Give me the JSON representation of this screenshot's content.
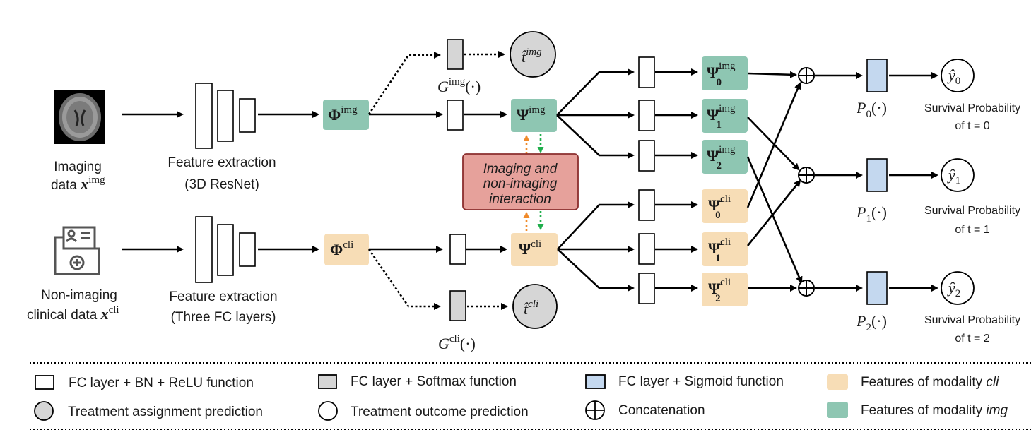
{
  "colors": {
    "img_feature": "#8ec6b2",
    "cli_feature": "#f7ddb6",
    "softmax_layer": "#d6d6d6",
    "sigmoid_layer": "#c4d8ef",
    "interaction_fill": "#e6a19b",
    "interaction_border": "#8b2e2e",
    "arrow_orange": "#f08a2a",
    "arrow_green": "#1fae4b"
  },
  "inputs": {
    "imaging": {
      "line1": "Imaging",
      "line2_text": "data ",
      "line2_sym": "x",
      "line2_sup": "img",
      "icon": "ct-scan-icon"
    },
    "clinical": {
      "line1": "Non-imaging",
      "line2_text": "clinical data ",
      "line2_sym": "x",
      "line2_sup": "cli",
      "icon": "clinical-folder-icon"
    }
  },
  "extractors": {
    "img": {
      "line1": "Feature extraction",
      "line2": "(3D ResNet)"
    },
    "cli": {
      "line1": "Feature extraction",
      "line2": "(Three FC layers)"
    }
  },
  "features": {
    "phi_img": {
      "sym": "Φ",
      "sup": "img"
    },
    "phi_cli": {
      "sym": "Φ",
      "sup": "cli"
    },
    "psi_img": {
      "sym": "Ψ",
      "sup": "img"
    },
    "psi_cli": {
      "sym": "Ψ",
      "sup": "cli"
    }
  },
  "treatment_heads": {
    "g_img": {
      "sym": "G",
      "sup": "img",
      "arg": "(·)"
    },
    "g_cli": {
      "sym": "G",
      "sup": "cli",
      "arg": "(·)"
    },
    "t_img": {
      "sym": "t̂",
      "sup": "img"
    },
    "t_cli": {
      "sym": "t̂",
      "sup": "cli"
    }
  },
  "interaction": {
    "line1": "Imaging and",
    "line2": "non-imaging",
    "line3": "interaction"
  },
  "branches": {
    "img": [
      {
        "sym": "Ψ̄",
        "sub": "0",
        "sup": "img"
      },
      {
        "sym": "Ψ̄",
        "sub": "1",
        "sup": "img"
      },
      {
        "sym": "Ψ̄",
        "sub": "2",
        "sup": "img"
      }
    ],
    "cli": [
      {
        "sym": "Ψ̄",
        "sub": "0",
        "sup": "cli"
      },
      {
        "sym": "Ψ̄",
        "sub": "1",
        "sup": "cli"
      },
      {
        "sym": "Ψ̄",
        "sub": "2",
        "sup": "cli"
      }
    ]
  },
  "outputs": [
    {
      "p_sym": "P",
      "p_sub": "0",
      "p_arg": "(·)",
      "y_sym": "ŷ",
      "y_sub": "0",
      "line1": "Survival Probability",
      "line2": "of t = 0"
    },
    {
      "p_sym": "P",
      "p_sub": "1",
      "p_arg": "(·)",
      "y_sym": "ŷ",
      "y_sub": "1",
      "line1": "Survival Probability",
      "line2": "of t = 1"
    },
    {
      "p_sym": "P",
      "p_sub": "2",
      "p_arg": "(·)",
      "y_sym": "ŷ",
      "y_sub": "2",
      "line1": "Survival Probability",
      "line2": "of t = 2"
    }
  ],
  "legend": [
    {
      "symbol": "white-rect",
      "label": "FC layer + BN + ReLU function"
    },
    {
      "symbol": "gray-rect",
      "label": "FC layer + Softmax function"
    },
    {
      "symbol": "blue-rect",
      "label": "FC layer + Sigmoid function"
    },
    {
      "symbol": "cli-swatch",
      "label": "Features of modality ",
      "label_em": "cli"
    },
    {
      "symbol": "gray-circle",
      "label": "Treatment assignment prediction"
    },
    {
      "symbol": "white-circle",
      "label": "Treatment outcome prediction"
    },
    {
      "symbol": "oplus-icon",
      "label": "Concatenation"
    },
    {
      "symbol": "img-swatch",
      "label": "Features of modality ",
      "label_em": "img"
    }
  ]
}
